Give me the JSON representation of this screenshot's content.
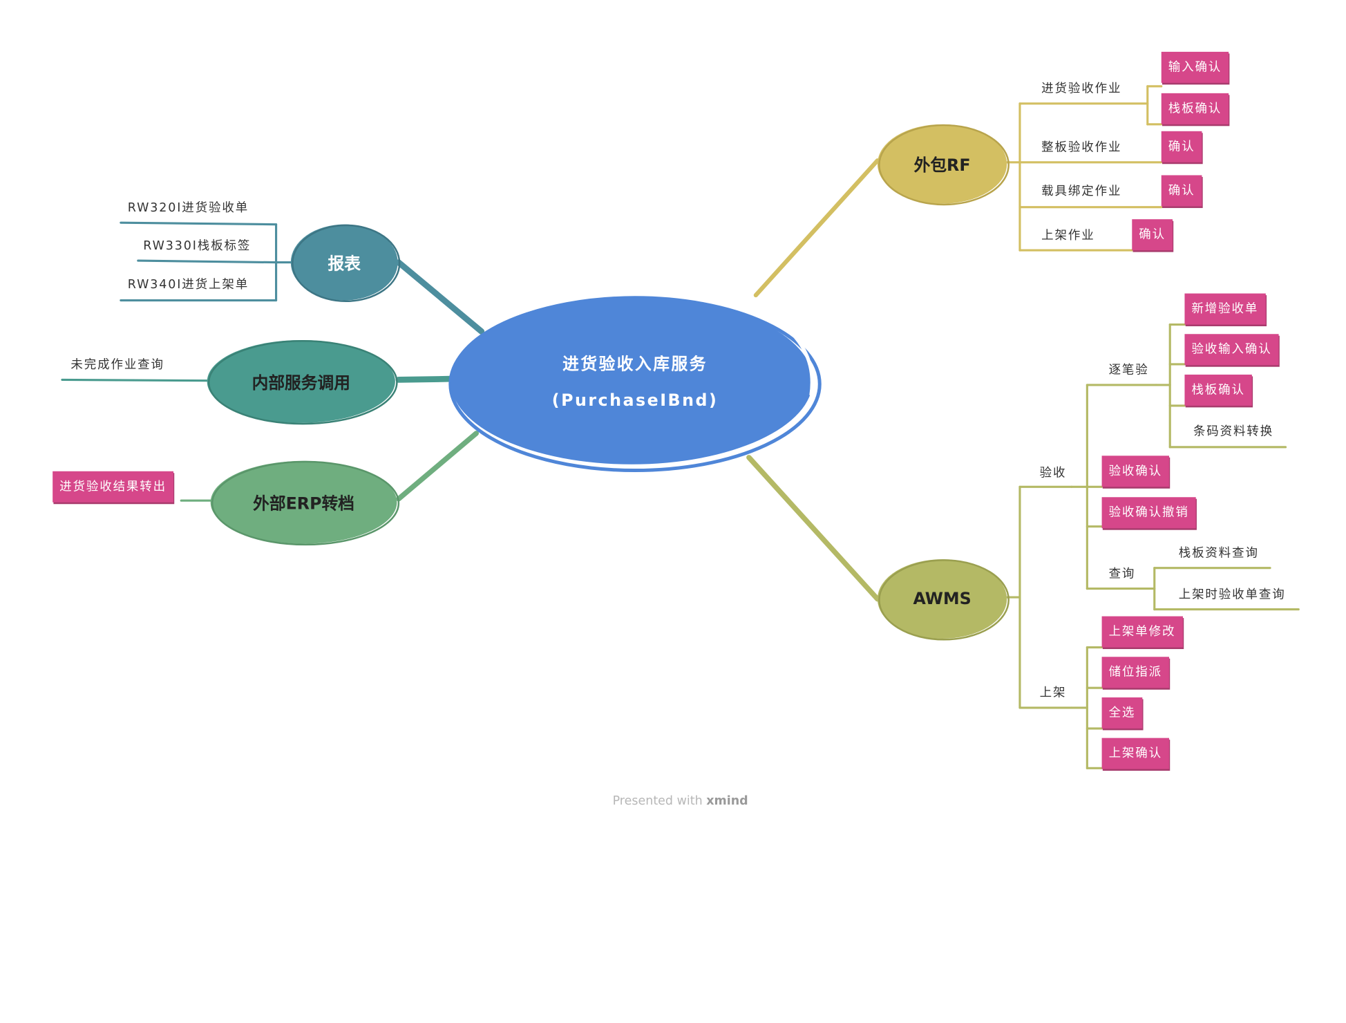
{
  "central": {
    "line1": "进货验收入库服务",
    "line2": "(PurchaseIBnd)"
  },
  "branches": {
    "report": "报表",
    "internal": "内部服务调用",
    "erp": "外部ERP转档",
    "rf": "外包RF",
    "awms": "AWMS"
  },
  "report_items": [
    "RW320I进货验收单",
    "RW330I栈板标签",
    "RW340I进货上架单"
  ],
  "internal_items": [
    "未完成作业查询"
  ],
  "erp_items": [
    "进货验收结果转出"
  ],
  "rf": {
    "groups": [
      "进货验收作业",
      "整板验收作业",
      "载具绑定作业",
      "上架作业"
    ],
    "leaves": [
      "输入确认",
      "栈板确认",
      "确认",
      "确认",
      "确认"
    ]
  },
  "awms": {
    "acceptance": "验收",
    "by_entry": "逐笔验",
    "by_entry_items": [
      "新增验收单",
      "验收输入确认",
      "栈板确认",
      "条码资料转换"
    ],
    "confirm": "验收确认",
    "confirm_undo": "验收确认撤销",
    "query": "查询",
    "query_items": [
      "栈板资料查询",
      "上架时验收单查询"
    ],
    "putaway": "上架",
    "putaway_items": [
      "上架单修改",
      "储位指派",
      "全选",
      "上架确认"
    ]
  },
  "watermark": {
    "prefix": "Presented with",
    "brand": "xmind"
  },
  "colors": {
    "central": "#4f86d8",
    "report": "#4d8e9e",
    "internal": "#4a9b8f",
    "erp": "#6fae7f",
    "rf": "#d3bf62",
    "awms": "#b4b965",
    "tag": "#d6478a"
  }
}
